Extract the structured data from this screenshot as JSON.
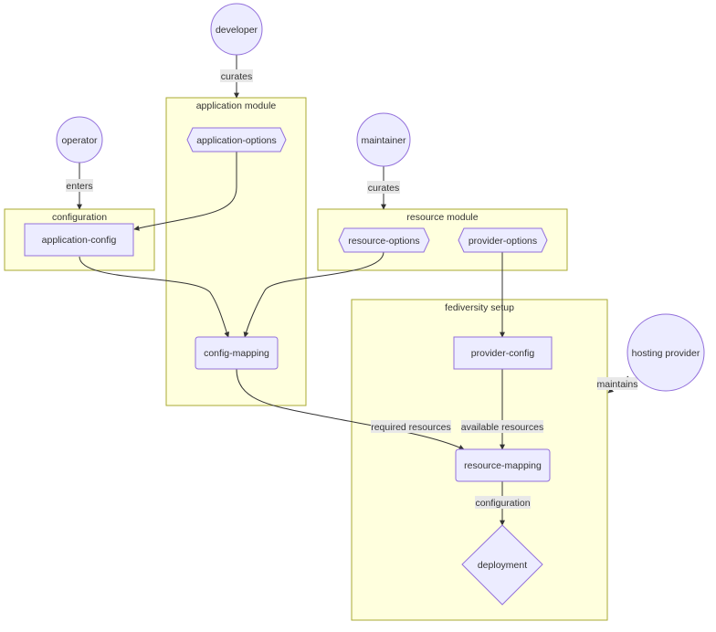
{
  "clusters": {
    "application_module": "application module",
    "configuration": "configuration",
    "resource_module": "resource module",
    "fediversity_setup": "fediversity setup"
  },
  "actors": {
    "developer": "developer",
    "operator": "operator",
    "maintainer": "maintainer",
    "hosting_provider": "hosting provider"
  },
  "nodes": {
    "application_options": "application-options",
    "application_config": "application-config",
    "resource_options": "resource-options",
    "provider_options": "provider-options",
    "config_mapping": "config-mapping",
    "provider_config": "provider-config",
    "resource_mapping": "resource-mapping",
    "deployment": "deployment"
  },
  "edge_labels": {
    "curates_dev": "curates",
    "enters": "enters",
    "curates_maint": "curates",
    "maintains": "maintains",
    "required_resources": "required resources",
    "available_resources": "available resources",
    "configuration": "configuration"
  },
  "colors": {
    "cluster_fill": "#ffffde",
    "cluster_stroke": "#aaaa33",
    "node_fill": "#ececff",
    "node_stroke": "#9370db",
    "edge": "#333333"
  }
}
